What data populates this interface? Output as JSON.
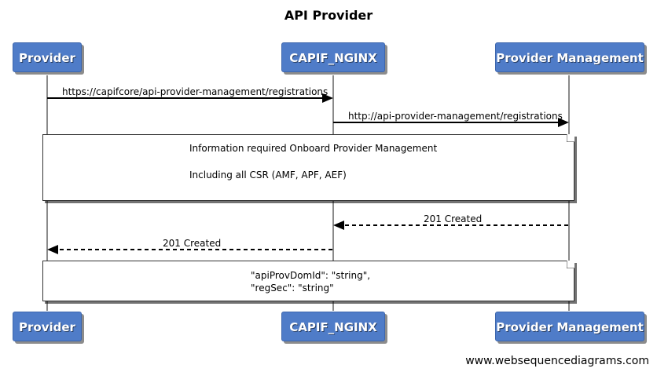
{
  "title": "API Provider",
  "participants": [
    "Provider",
    "CAPIF_NGINX",
    "Provider Management"
  ],
  "messages": [
    {
      "from": "Provider",
      "to": "CAPIF_NGINX",
      "label": "https://capifcore/api-provider-management/registrations",
      "style": "solid"
    },
    {
      "from": "CAPIF_NGINX",
      "to": "Provider Management",
      "label": "http://api-provider-management/registrations",
      "style": "solid"
    },
    {
      "from": "Provider Management",
      "to": "CAPIF_NGINX",
      "label": "201 Created",
      "style": "dashed"
    },
    {
      "from": "CAPIF_NGINX",
      "to": "Provider",
      "label": "201 Created",
      "style": "dashed"
    }
  ],
  "notes": [
    {
      "lines": [
        "Information required Onboard Provider Management",
        "",
        "Including all CSR (AMF, APF, AEF)"
      ]
    },
    {
      "lines": [
        "\"apiProvDomId\": \"string\",",
        "\"regSec\": \"string\""
      ]
    }
  ],
  "watermark": "www.websequencediagrams.com",
  "colors": {
    "actor_fill": "#4f7cc8",
    "actor_border": "#3d66ad",
    "line": "#000000"
  }
}
